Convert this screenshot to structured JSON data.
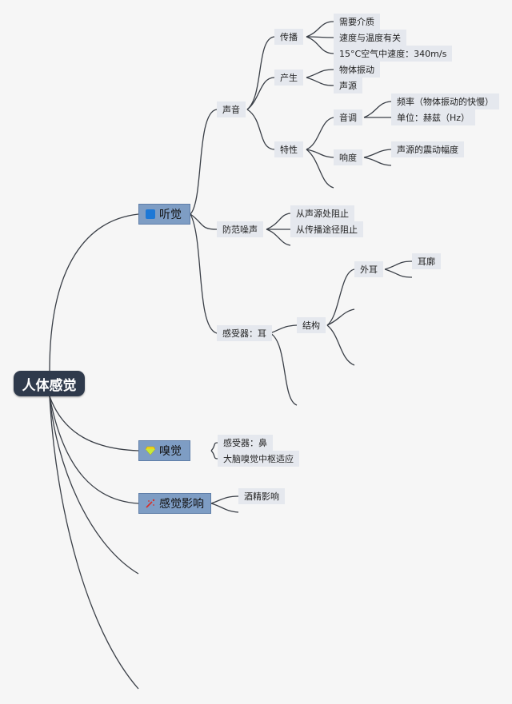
{
  "root": "人体感觉",
  "hearing": {
    "label": "听觉",
    "icon": "blue-square-icon",
    "sound": {
      "label": "声音",
      "propagation": {
        "label": "传播",
        "items": [
          "需要介质",
          "速度与温度有关",
          "15°C空气中速度：340m/s"
        ]
      },
      "production": {
        "label": "产生",
        "items": [
          "物体振动",
          "声源"
        ]
      },
      "characteristics": {
        "label": "特性",
        "pitch": {
          "label": "音调",
          "items": [
            "频率（物体振动的快慢）",
            "单位：赫兹（Hz）"
          ]
        },
        "loudness": {
          "label": "响度",
          "items": [
            "声源的震动幅度"
          ]
        }
      }
    },
    "noise": {
      "label": "防范噪声",
      "items": [
        "从声源处阻止",
        "从传播途径阻止"
      ]
    },
    "receptor": {
      "label": "感受器：耳",
      "structure": {
        "label": "结构",
        "outer_ear": {
          "label": "外耳",
          "items": [
            "耳廓"
          ]
        }
      }
    }
  },
  "smell": {
    "label": "嗅觉",
    "icon": "gem-icon",
    "items": [
      "感受器：鼻",
      "大脑嗅觉中枢适应"
    ]
  },
  "influence": {
    "label": "感觉影响",
    "icon": "sparkle-icon",
    "items": [
      "酒精影响"
    ]
  }
}
